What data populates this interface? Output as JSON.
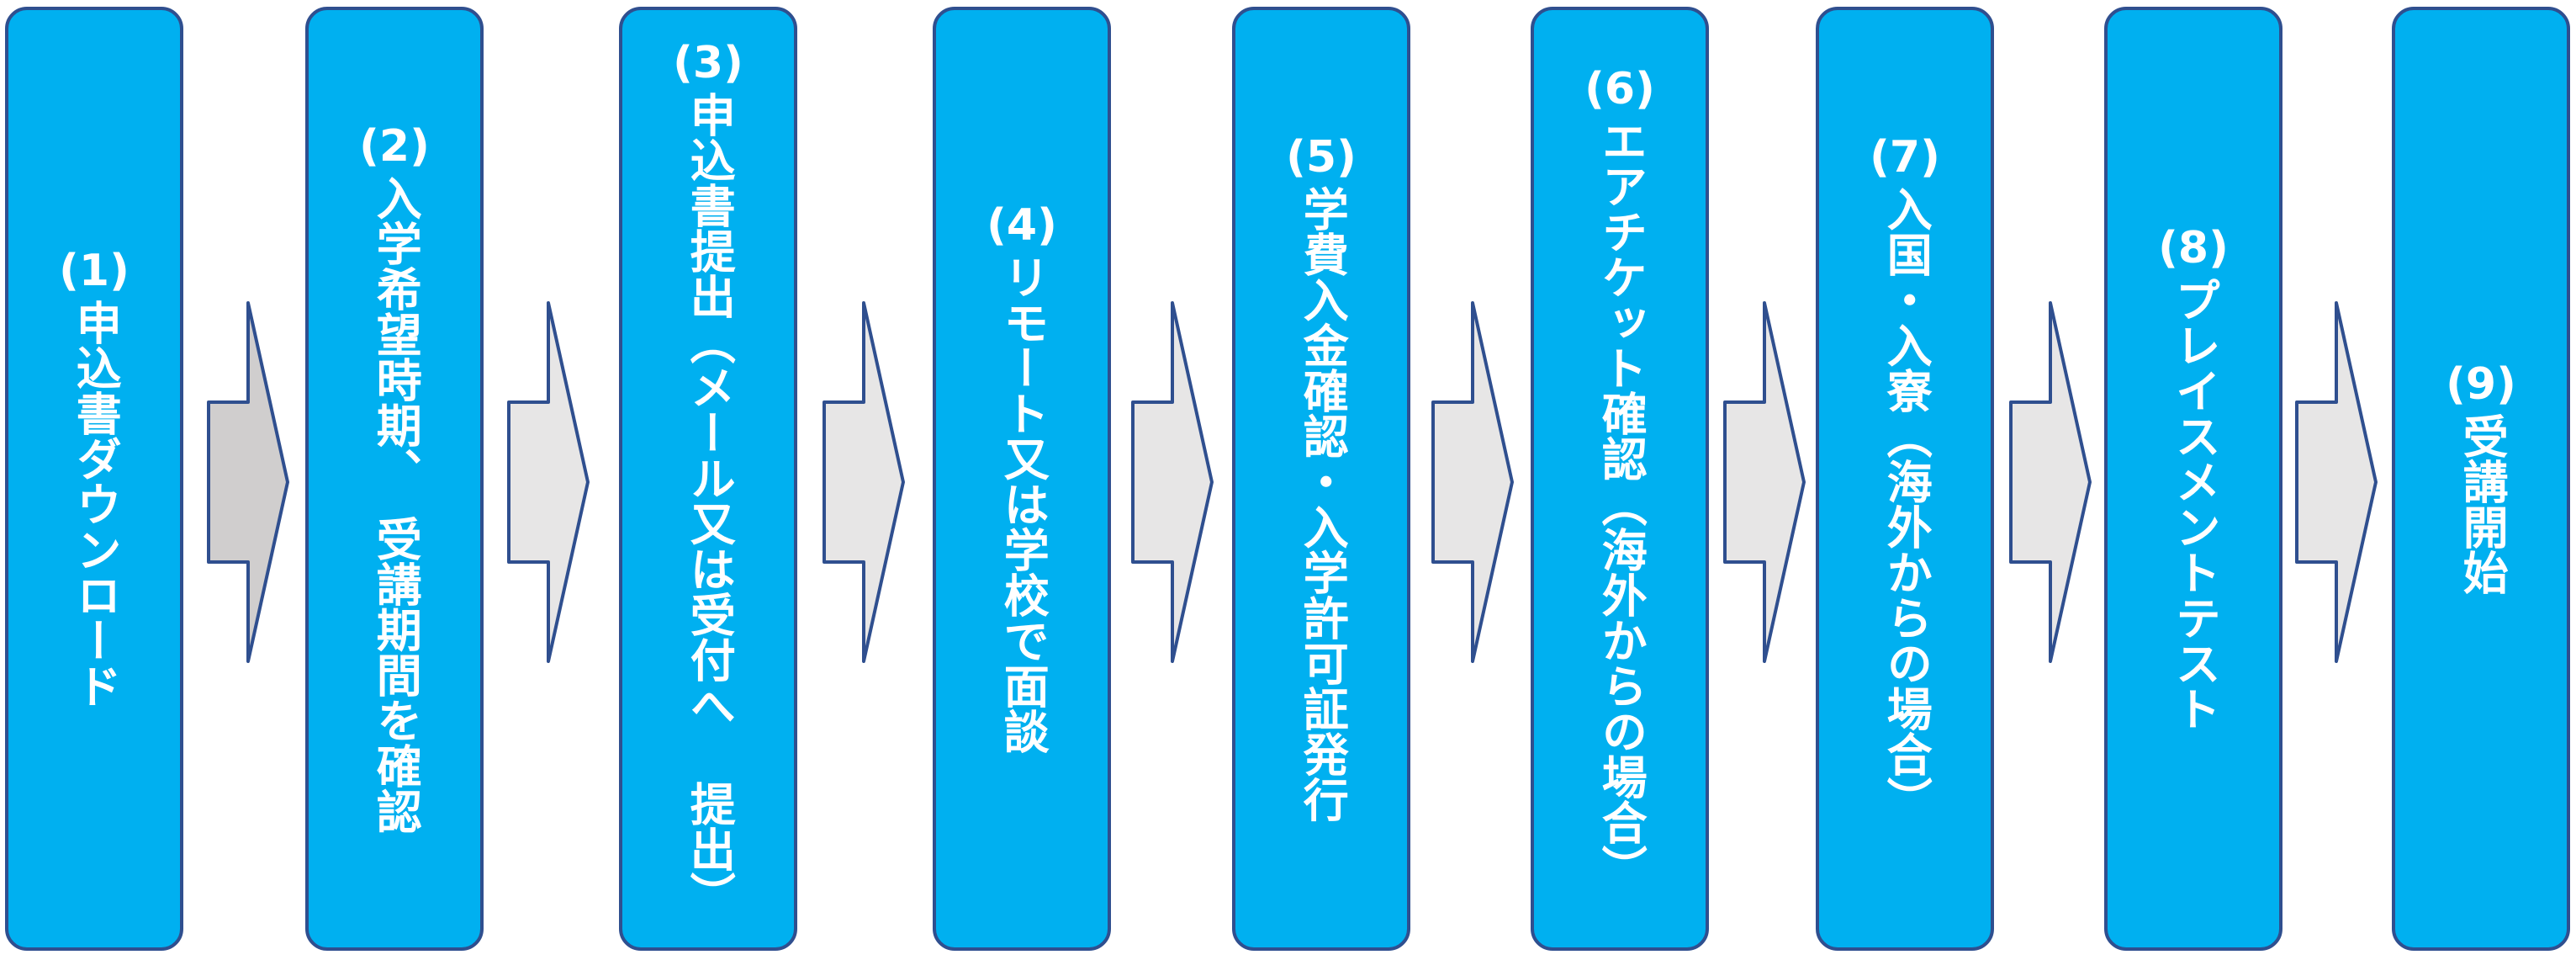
{
  "steps": [
    {
      "num": "(1)",
      "label": "申込書ダウンロード"
    },
    {
      "num": "(2)",
      "label": "入学希望時期、　受講期間を確認"
    },
    {
      "num": "(3)",
      "label": "申込書提出（メール又は受付へ 提出）"
    },
    {
      "num": "(4)",
      "label": "リモート又は学校で面談"
    },
    {
      "num": "(5)",
      "label": "学費入金確認・入学許可証発行"
    },
    {
      "num": "(6)",
      "label": "エアチケット確認（海外からの場合）"
    },
    {
      "num": "(7)",
      "label": "入国・入寮（海外からの場合）"
    },
    {
      "num": "(8)",
      "label": "プレイスメントテスト"
    },
    {
      "num": "(9)",
      "label": "受講開始"
    }
  ],
  "colors": {
    "box_fill": "#00B0F0",
    "box_border": "#2F4F8F",
    "arrow_fill_first": "#D0CECE",
    "arrow_fill": "#E7E6E6",
    "arrow_border": "#2F4F8F",
    "text": "#FFFFFF"
  }
}
